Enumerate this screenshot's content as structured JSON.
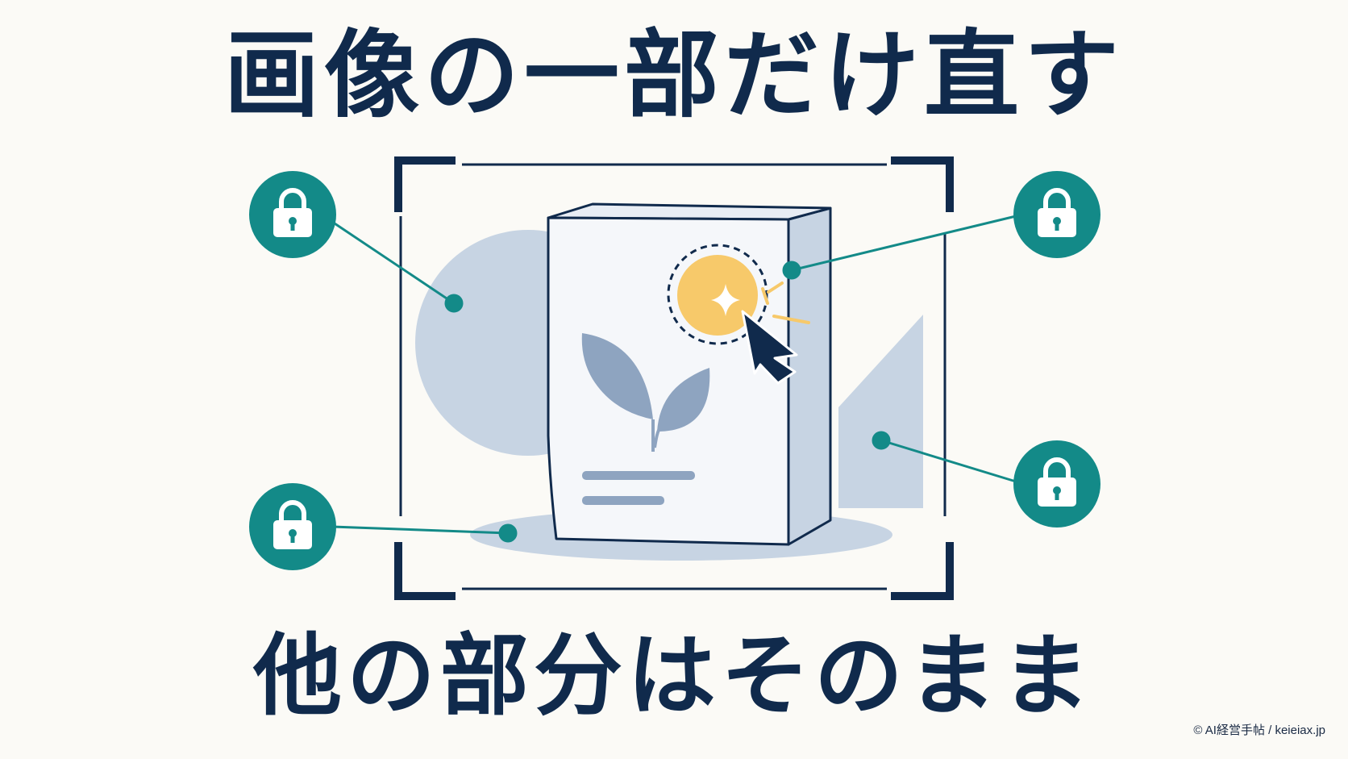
{
  "title_top": "画像の一部だけ直す",
  "title_bottom": "他の部分はそのまま",
  "copyright": "© AI経営手帖 / keieiax.jp",
  "icons": {
    "lock": "lock-icon",
    "sparkle": "sparkle-icon",
    "cursor": "cursor-arrow-icon",
    "sprout": "sprout-icon"
  },
  "colors": {
    "navy": "#102a4c",
    "teal": "#138a88",
    "yellow": "#f7c96a",
    "bluegray": "#c7d4e3",
    "leaf": "#8ea4c0",
    "background": "#fbfaf6"
  }
}
